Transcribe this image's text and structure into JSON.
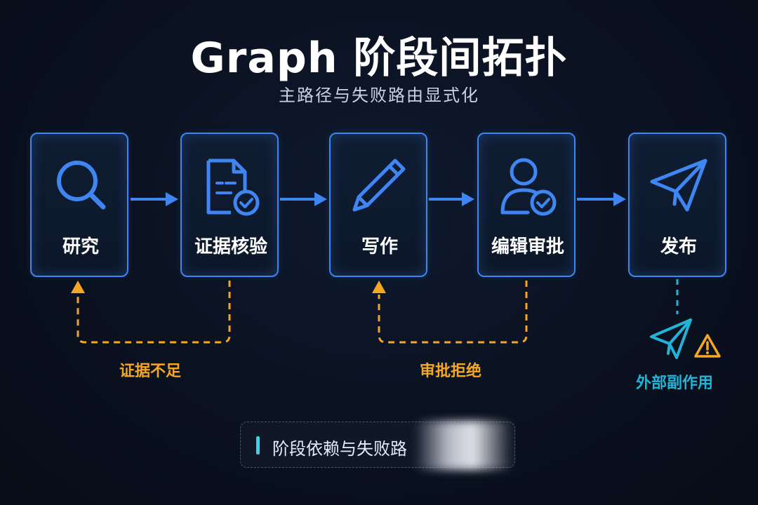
{
  "header": {
    "title": "Graph 阶段间拓扑",
    "subtitle": "主路径与失败路由显式化"
  },
  "stages": [
    {
      "label": "研究",
      "icon": "search-icon"
    },
    {
      "label": "证据核验",
      "icon": "document-check-icon"
    },
    {
      "label": "写作",
      "icon": "pencil-icon"
    },
    {
      "label": "编辑审批",
      "icon": "user-check-icon"
    },
    {
      "label": "发布",
      "icon": "paper-plane-icon"
    }
  ],
  "failure_routes": [
    {
      "label": "证据不足",
      "from": "证据核验",
      "to": "研究"
    },
    {
      "label": "审批拒绝",
      "from": "编辑审批",
      "to": "写作"
    }
  ],
  "side_effect": {
    "label": "外部副作用",
    "icons": [
      "paper-plane-icon",
      "warning-icon"
    ]
  },
  "note": {
    "text": "阶段依赖与失败路"
  },
  "colors": {
    "primary": "#3f86f2",
    "failure": "#f5a623",
    "side_effect": "#23b3d6",
    "background": "#0a1120"
  }
}
